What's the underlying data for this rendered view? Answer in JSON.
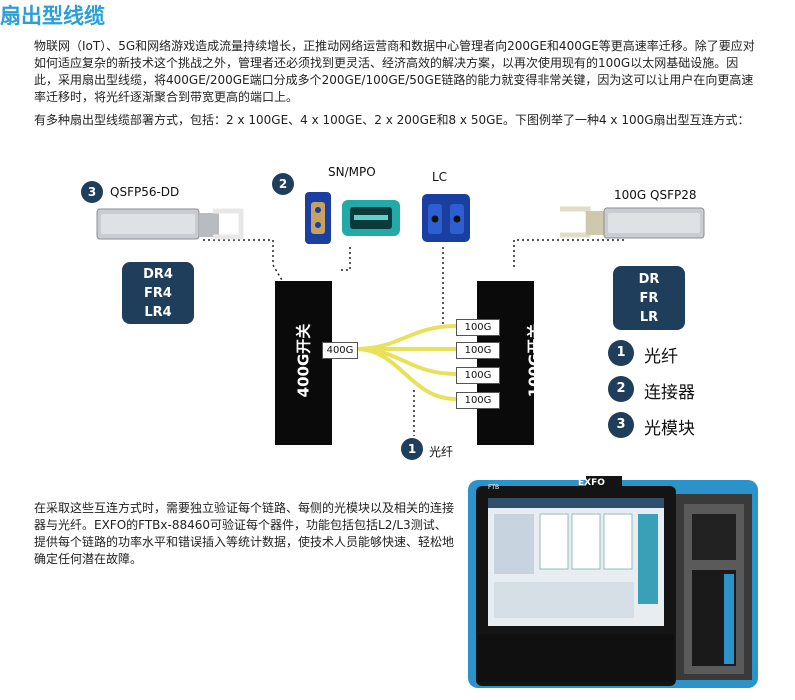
{
  "title": "扇出型线缆",
  "paragraphs": [
    "物联网（IoT）、5G和网络游戏造成流量持续增长，正推动网络运营商和数据中心管理者向200GE和400GE等更高速率迁移。除了要应对如何适应复杂的新技术这个挑战之外，管理者还必须找到更灵活、经济高效的解决方案，以再次使用现有的100G以太网基础设施。因此，采用扇出型线缆，将400GE/200GE端口分成多个200GE/100GE/50GE链路的能力就变得非常关键，因为这可以让用户在向更高速率迁移时，将光纤逐渐聚合到带宽更高的端口上。",
    "有多种扇出型线缆部署方式，包括：2 x 100GE、4 x 100GE、2 x 200GE和8 x 50GE。下图例举了一种4 x 100G扇出型互连方式：",
    "在采取这些互连方式时，需要独立验证每个链路、每侧的光模块以及相关的连接器与光纤。EXFO的FTBx-88460可验证每个器件，功能包括包括L2/L3测试、提供每个链路的功率水平和错误插入等统计数据，使技术人员能够快速、轻松地确定任何潜在故障。"
  ],
  "diagram": {
    "qsfp_dd": {
      "badge": "3",
      "label": "QSFP56-DD"
    },
    "connector": {
      "badge": "2",
      "label_snmpo": "SN/MPO",
      "label_lc": "LC"
    },
    "qsfp28": {
      "label": "100G QSFP28"
    },
    "left_block": [
      "DR4",
      "FR4",
      "LR4"
    ],
    "right_block": [
      "DR",
      "FR",
      "LR"
    ],
    "switch_400": "400G开关",
    "switch_100": "100G开关",
    "port_400": "400G",
    "ports_100": [
      "100G",
      "100G",
      "100G",
      "100G"
    ],
    "fiber": {
      "badge": "1",
      "label": "光纤"
    },
    "legend": [
      {
        "num": "1",
        "text": "光纤"
      },
      {
        "num": "2",
        "text": "连接器"
      },
      {
        "num": "3",
        "text": "光模块"
      }
    ]
  },
  "device": {
    "brand": "EXFO",
    "model_badge": "FTB"
  },
  "colors": {
    "title": "#2a9fd8",
    "badge": "#1f3e5c",
    "fiber": "#e8e25a",
    "device_frame": "#2b93c9"
  }
}
